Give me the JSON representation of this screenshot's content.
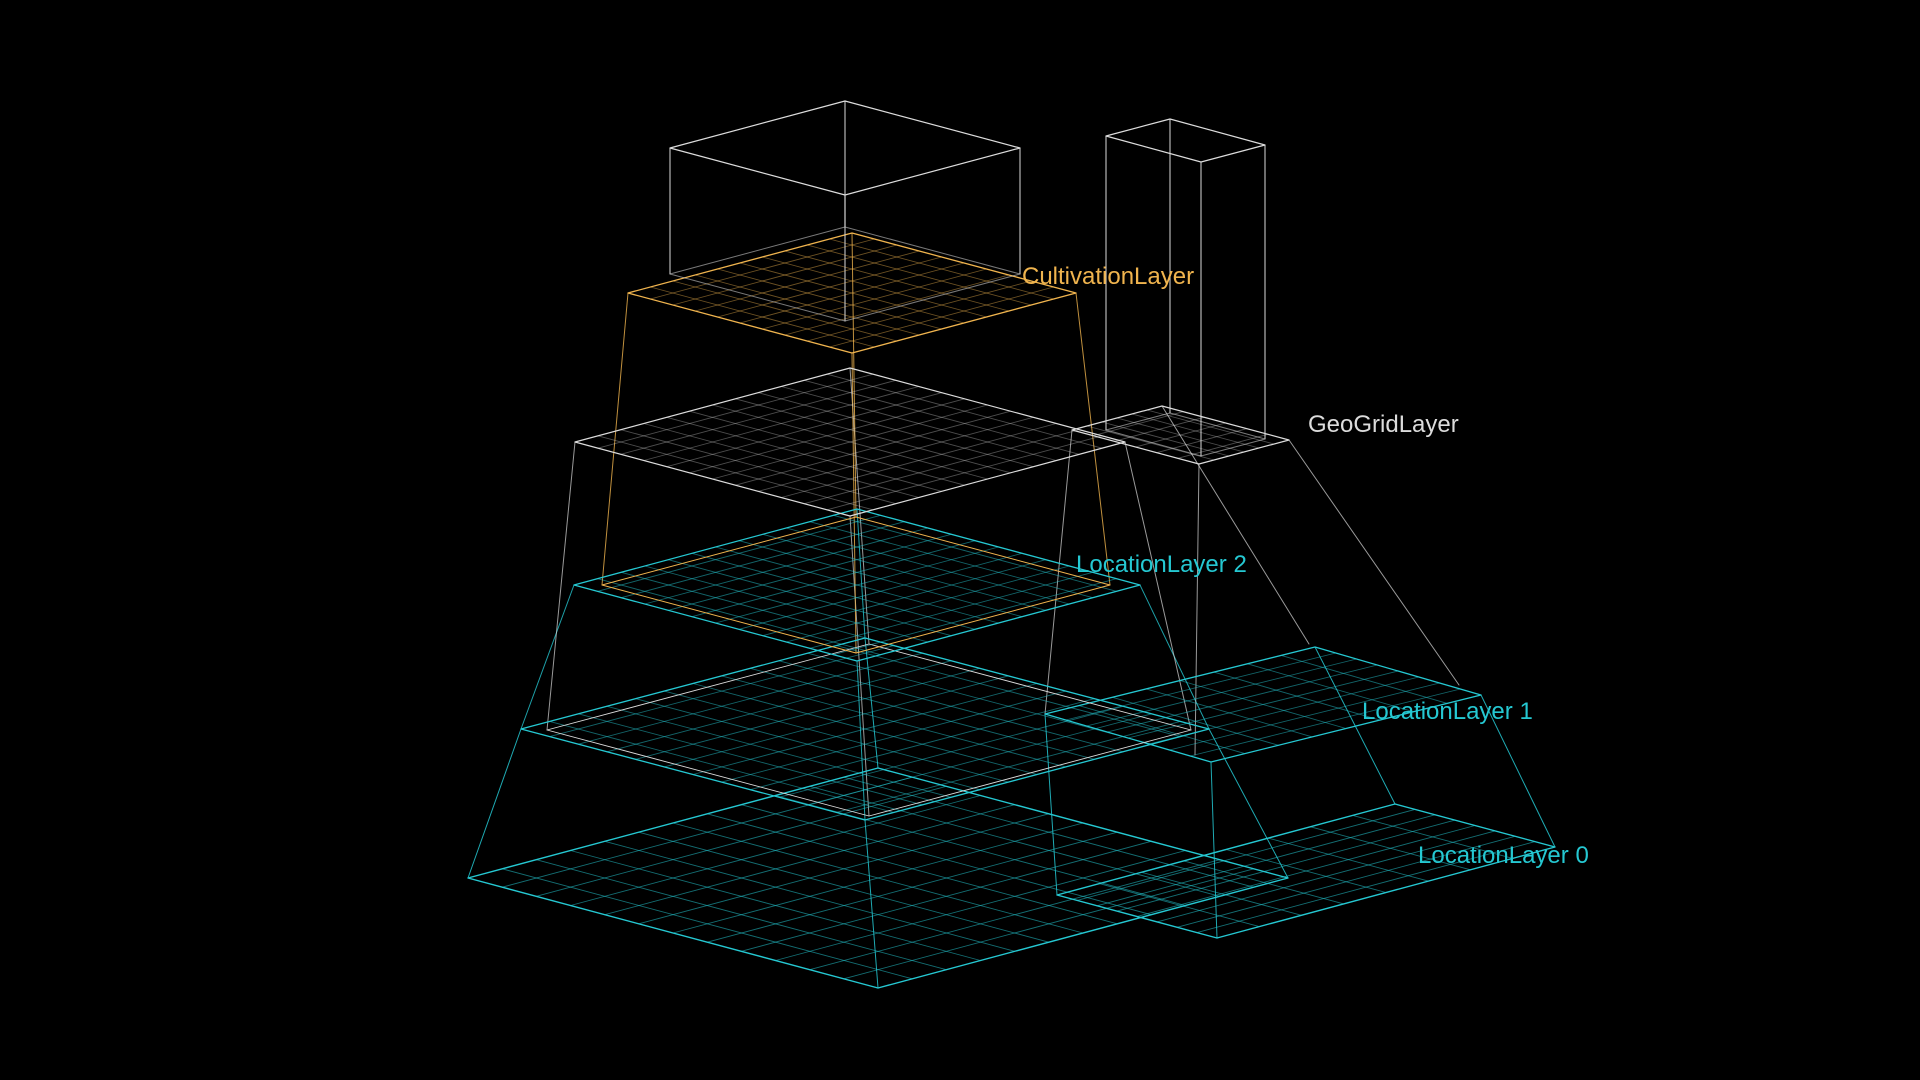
{
  "labels": {
    "cultivation": "CultivationLayer",
    "geogrid": "GeoGridLayer",
    "location2": "LocationLayer 2",
    "location1": "LocationLayer 1",
    "location0": "LocationLayer 0"
  },
  "colors": {
    "background": "#000000",
    "cultivation": "#f0b44e",
    "geogrid": "#dcdcdc",
    "location": "#25c8d2"
  }
}
